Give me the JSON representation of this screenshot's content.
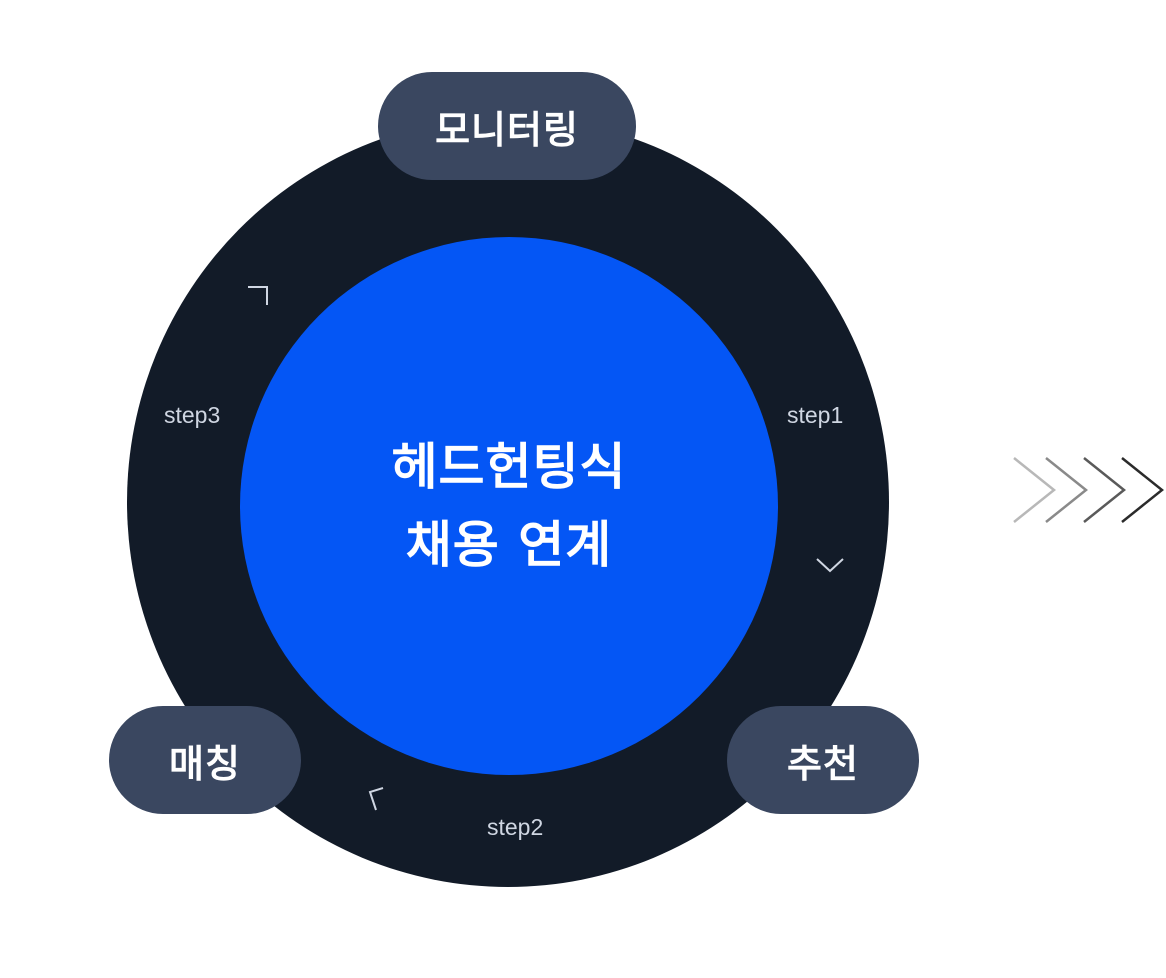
{
  "diagram": {
    "center_title_line1": "헤드헌팅식",
    "center_title_line2": "채용 연계",
    "nodes": {
      "top": "모니터링",
      "bottom_right": "추천",
      "bottom_left": "매칭"
    },
    "steps": {
      "step1": "step1",
      "step2": "step2",
      "step3": "step3"
    }
  },
  "colors": {
    "ring": "#121b28",
    "center": "#0456f5",
    "pill": "#3a4760",
    "step_text": "#cfd6e2",
    "arrow_light": "#b5b5b5",
    "arrow_dark": "#2b2b2b"
  },
  "icons": {
    "flow_arrow": "chevron-down-icon",
    "next_indicator": "triple-chevron-right-icon"
  }
}
